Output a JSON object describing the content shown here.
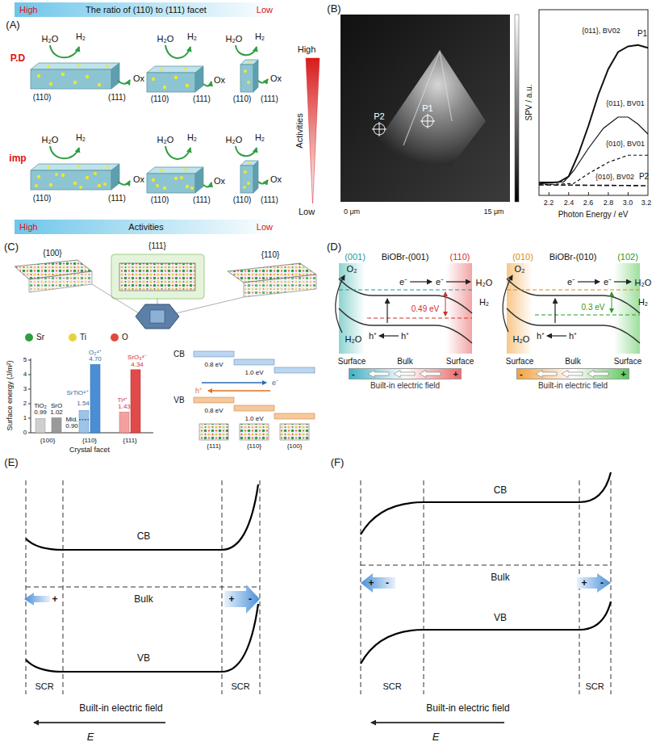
{
  "diagram": {
    "nodes": [
      {
        "text": [
          "High",
          "The ratio of (110) to (111) facet",
          "Low"
        ]
      },
      {
        "text": [
          "High",
          "Activities",
          "Low"
        ]
      },
      {
        "text": [
          "High",
          "Activities",
          "Low"
        ]
      },
      {
        "text": [
          "-",
          "+",
          "Built-in electric field"
        ]
      },
      {
        "text": [
          "-",
          "+",
          "Built-in electric field"
        ]
      }
    ],
    "labels": [
      "(A)",
      "P.D",
      "imp",
      "H₂O",
      "H₂",
      "Ox",
      "(110)",
      "(111)",
      "H₂O",
      "H₂",
      "Ox",
      "(110)",
      "(111)",
      "H₂O",
      "H₂",
      "Ox",
      "(110)",
      "(111)",
      "H₂O",
      "H₂",
      "Ox",
      "(110)",
      "(111)",
      "H₂O",
      "H₂",
      "Ox",
      "(110)",
      "(111)",
      "H₂O",
      "H₂",
      "Ox",
      "(110)",
      "(111)",
      "(B)",
      "P1",
      "P2",
      "0 μm",
      "15 μm",
      "SPV / a.u.",
      "2.2",
      "2.4",
      "2.6",
      "2.8",
      "3.0",
      "3.2",
      "Photon Energy / eV",
      "{011}, BV02",
      "P1",
      "{011}, BV01",
      "{010}, BV01",
      "{010}, BV02",
      "P2",
      "(C)",
      "{100}",
      "{111}",
      "{110}",
      "Surface energy (J/m²)",
      "0",
      "1",
      "2",
      "3",
      "4",
      "5",
      "TiO₂",
      "0.99",
      "SrO",
      "1.02",
      "SrTiO⁴⁺",
      "1.54",
      "Mid.",
      "0.90",
      "O₂⁴⁺",
      "4.70",
      "Ti⁴⁺",
      "1.43",
      "SrO₃⁴⁻",
      "4.34",
      "{100}",
      "{110}",
      "{111}",
      "Crystal facet",
      "CB",
      "0.8 eV",
      "1.0 eV",
      "e⁻",
      "h⁺",
      "VB",
      "0.8 eV",
      "1.0 eV",
      "{111}",
      "{110}",
      "{100}",
      "(D)",
      "(001)",
      "BiOBr-(001)",
      "(110)",
      "O₂",
      "H₂O",
      "e⁻",
      "e⁻",
      "H₂O",
      "H₂",
      "h⁺",
      "h⁺",
      "0.49 eV",
      "Surface",
      "Bulk",
      "Surface",
      "(010)",
      "BiOBr-(010)",
      "(102)",
      "O₂",
      "H₂O",
      "e⁻",
      "e⁻",
      "H₂O",
      "H₂",
      "h⁺",
      "h⁺",
      "0.3 eV",
      "Surface",
      "Bulk",
      "Surface",
      "(E)",
      "CB",
      "Bulk",
      "+",
      "+",
      "-",
      "VB",
      "SCR",
      "SCR",
      "Built-in electric field",
      "E",
      "(F)",
      "CB",
      "Bulk",
      "+",
      "-",
      "+",
      "-",
      "VB",
      "SCR",
      "SCR",
      "Built-in electric field",
      "E"
    ],
    "legend": [
      {
        "text": "Sr",
        "color": "#2e9e3e"
      },
      {
        "text": "Ti",
        "color": "#e8d23a"
      },
      {
        "text": "O",
        "color": "#e04a3a"
      }
    ]
  }
}
